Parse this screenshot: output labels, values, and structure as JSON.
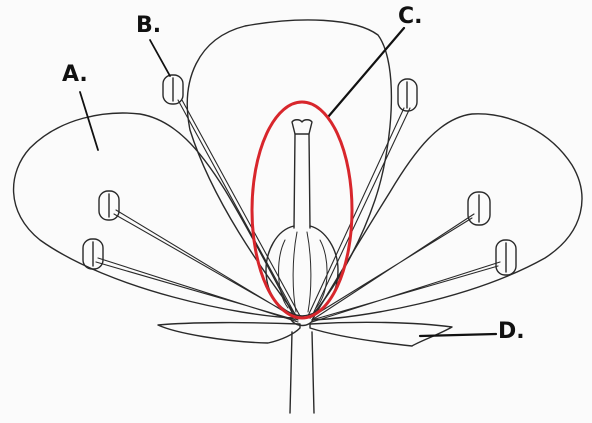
{
  "labels": {
    "a": "A.",
    "b": "B.",
    "c": "C.",
    "d": "D."
  },
  "colors": {
    "outline": "#2a2a2a",
    "highlight": "#d8262c",
    "background": "#fbfbfb"
  }
}
